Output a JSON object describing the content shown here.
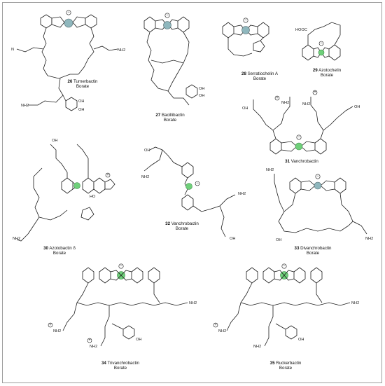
{
  "colors": {
    "boron_gray": "#8fb7bd",
    "boron_green": "#6fd07a",
    "frame": "#9e9e9e",
    "ink": "#1a1a1a"
  },
  "atoms": {
    "oxygen": "O",
    "nitrogen": "N",
    "hydroxyl": "OH",
    "amine": "NH",
    "amine2": "NH2",
    "cooh": "HOOC",
    "methyl_ester": "HO",
    "minus": "−",
    "plus": "+"
  },
  "compounds": [
    {
      "id": "c26",
      "number": "26",
      "name": "Turnerbactin",
      "suffix": "Borate"
    },
    {
      "id": "c27",
      "number": "27",
      "name": "Bacillibactin",
      "suffix": "Borate"
    },
    {
      "id": "c28",
      "number": "28",
      "name": "Serratiochelin A",
      "suffix": "Borate"
    },
    {
      "id": "c29",
      "number": "29",
      "name": "Azotochelin",
      "suffix": "Borate"
    },
    {
      "id": "c30",
      "number": "30",
      "name": "Azotobactin δ",
      "suffix": "Borate"
    },
    {
      "id": "c31",
      "number": "31",
      "name": "Vanchrobactin",
      "suffix": ""
    },
    {
      "id": "c32",
      "number": "32",
      "name": "Vanchrobactin",
      "suffix": "Borate"
    },
    {
      "id": "c33",
      "number": "33",
      "name": "Divanchrobactin",
      "suffix": "Borate"
    },
    {
      "id": "c34",
      "number": "34",
      "name": "Trivanchrobactin",
      "suffix": "Borate"
    },
    {
      "id": "c35",
      "number": "35",
      "name": "Ruckerbactin",
      "suffix": "Borate"
    }
  ]
}
